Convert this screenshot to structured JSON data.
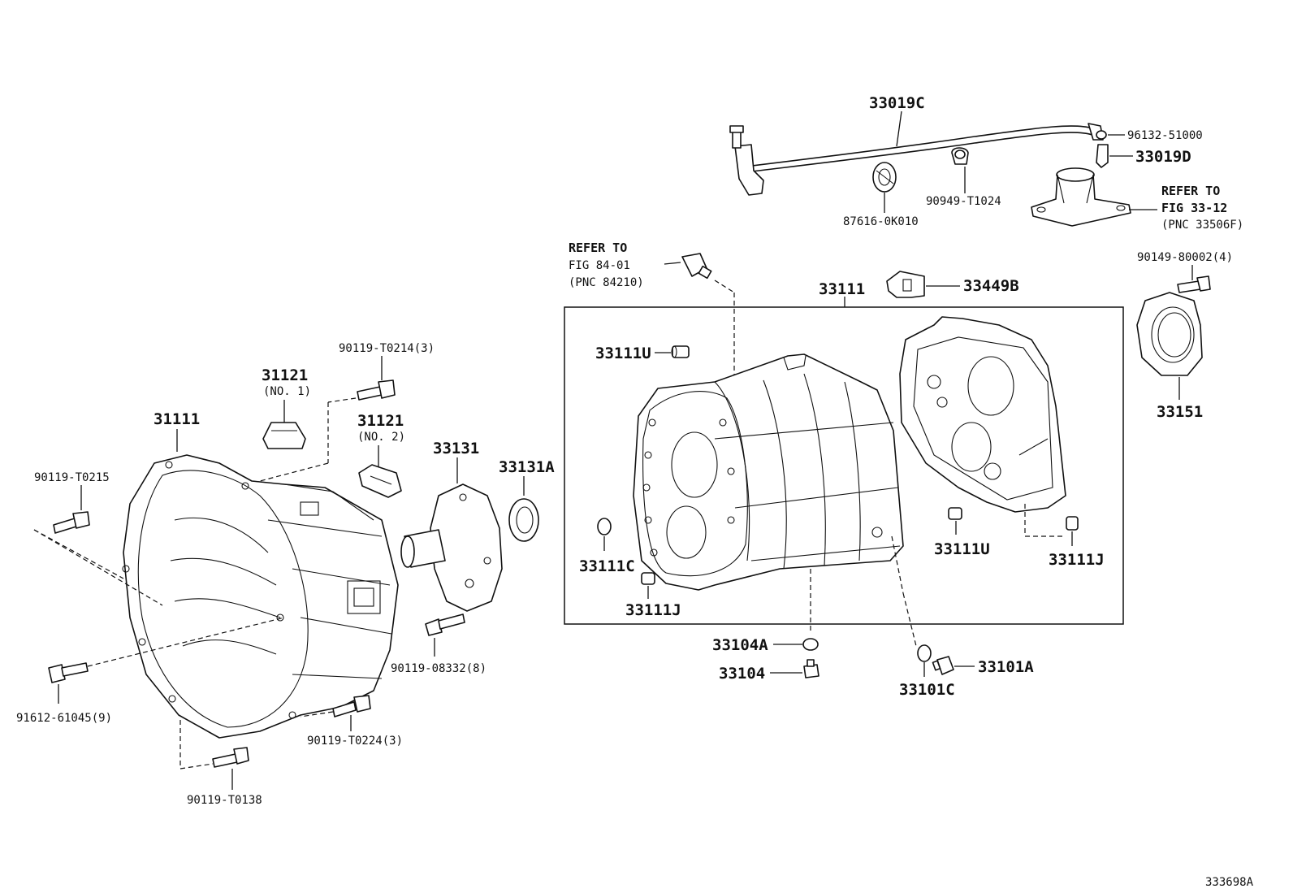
{
  "diagram_id": "333698A",
  "labels": {
    "p33019C": "33019C",
    "p96132": "96132-51000",
    "p33019D": "33019D",
    "p90949": "90949-T1024",
    "p87616": "87616-0K010",
    "refer_a": [
      "REFER TO",
      "FIG 33-12",
      "(PNC 33506F)"
    ],
    "refer_b": [
      "REFER TO",
      "FIG 84-01",
      "(PNC 84210)"
    ],
    "p33111": "33111",
    "p33449B": "33449B",
    "p90149": "90149-80002(4)",
    "p33151": "33151",
    "p33111U_top": "33111U",
    "p33111U_right": "33111U",
    "p33111J_right": "33111J",
    "p33111C": "33111C",
    "p33111J_left": "33111J",
    "p33104A": "33104A",
    "p33104": "33104",
    "p33101C": "33101C",
    "p33101A": "33101A",
    "p90119T0214": "90119-T0214(3)",
    "p31121_1": "31121",
    "p31121_1_sub": "(NO. 1)",
    "p31121_2": "31121",
    "p31121_2_sub": "(NO. 2)",
    "p31111": "31111",
    "p33131": "33131",
    "p33131A": "33131A",
    "p90119T0215": "90119-T0215",
    "p90119_08332": "90119-08332(8)",
    "p91612": "91612-61045(9)",
    "p90119T0224": "90119-T0224(3)",
    "p90119T0138": "90119-T0138"
  }
}
